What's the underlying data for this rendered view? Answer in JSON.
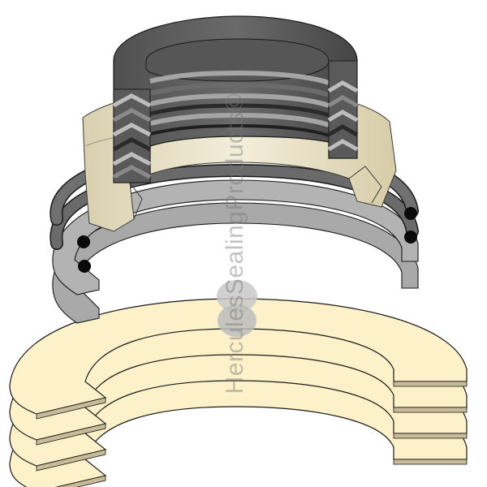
{
  "diagram": {
    "subject": "Exploded view of a hydraulic V-packing seal set",
    "watermark": "HerculesSealingProducts©",
    "components": [
      {
        "name": "V-packing stack",
        "color": "#5a5a5a"
      },
      {
        "name": "Female/male adapters",
        "color": "#e4dcc0"
      },
      {
        "name": "O-rings",
        "color": "#6c6c6c"
      },
      {
        "name": "Backup rings",
        "color": "#a8a8a8"
      },
      {
        "name": "Washer shims",
        "color": "#fbf0c8"
      }
    ],
    "colors": {
      "dark_rubber": "#4f4f4f",
      "mid_rubber": "#7a7a7a",
      "light_rubber": "#a6a6a6",
      "beige": "#e6dec4",
      "cream": "#fcf1c9",
      "outline": "#1a1a1a"
    }
  }
}
